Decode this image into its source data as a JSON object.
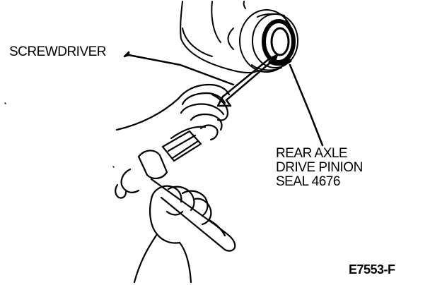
{
  "labels": {
    "screwdriver": "SCREWDRIVER",
    "seal_line1": "REAR AXLE",
    "seal_line2": "DRIVE PINION",
    "seal_line3": "SEAL 4676"
  },
  "figure_code": "E7553-F",
  "colors": {
    "ink": "#000000",
    "paper": "#ffffff"
  }
}
